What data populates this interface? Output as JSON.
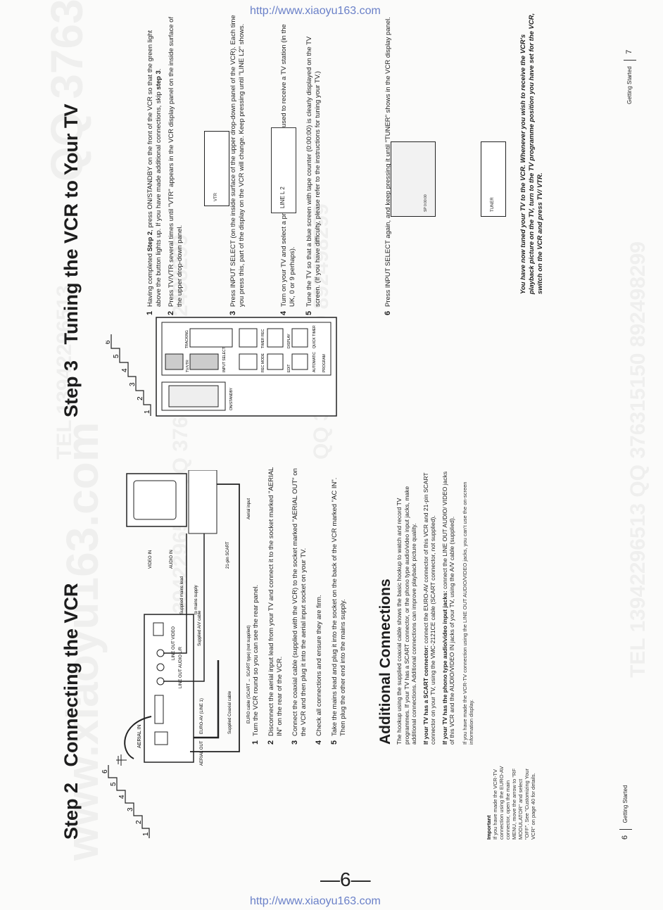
{
  "watermark": {
    "url_top": "http://www.xiaoyu163.com",
    "url_bottom": "http://www.xiaoyu163.com",
    "qq": "QQ 376315150 892498299",
    "tel": "TEL 13942296513",
    "site": "www.xiaoyu163.com",
    "tel_qq_long": "TEL 13942296513 QQ 376315150 892498299"
  },
  "page_number": "—6—",
  "left": {
    "step_label": "Step 2",
    "title": "Connecting the VCR",
    "stair": [
      "1",
      "2",
      "3",
      "4",
      "5",
      "6"
    ],
    "diagram": {
      "aerial_in": "AERIAL IN",
      "aerial_out": "AERIAL OUT",
      "euro_av": "EURO-AV (LINE 1)",
      "supplied_coaxial": "Supplied Coaxial cable",
      "line_out_audio_lr": "LINE OUT AUDIO L/R",
      "line_out_video": "LINE OUT VIDEO",
      "supplied_av_cable": "Supplied A/V cable",
      "supplied_mains_lead": "Supplied mains lead",
      "to_mains_supply": "to mains supply",
      "euro_cable": "EURO cable (SCART ↔ SCART type) (not supplied)",
      "video_in": "VIDEO IN",
      "audio_in": "AUDIO IN",
      "scart_21": "21-pin SCART",
      "aerial_input": "Aerial input"
    },
    "steps": [
      {
        "n": "1",
        "text": "Turn the VCR round so you can see the rear panel."
      },
      {
        "n": "2",
        "text": "Disconnect the aerial input lead from your TV and connect it to the socket marked \"AERIAL IN\" on the rear of the VCR."
      },
      {
        "n": "3",
        "text": "Connect the coaxial cable (supplied with the VCR) to the socket marked \"AERIAL OUT\" on the VCR and then plug it into the aerial input socket on your TV."
      },
      {
        "n": "4",
        "text": "Check all connections and ensure they are firm."
      },
      {
        "n": "5",
        "text": "Take the mains lead and plug it into the socket on the back of the VCR marked \"AC IN\". Then plug the other end into the mains supply."
      }
    ],
    "additional": {
      "heading": "Additional Connections",
      "intro": "The hookup using the supplied coaxial cable shows the basic hookup to watch and record TV programmes. If your TV has a SCART connector, or the phono type audio/video input jacks, make additional connections. Additional connections can improve playback picture quality.",
      "scart_bold": "If your TV has a SCART connector:",
      "scart_text": " connect the EURO-AV connector of this VCR and 21-pin SCART connector on your TV, using the VMC-2121CE cable (SCART connector, not supplied).",
      "phono_bold": "If your TV has the phono type audio/video input jacks:",
      "phono_text": " connect the LINE OUT AUDIO/ VIDEO jacks of this VCR and the AUDIO/VIDEO IN jacks of your TV, using the A/V cable (supplied).",
      "note": "If you have made the VCR-TV connection using the LINE OUT AUDIO/VIDEO jacks, you can't use the on-screen information display."
    },
    "important": {
      "title": "Important",
      "text": "If you have made the VCR-TV connection using the EURO-AV connector, open the main MENU, move the arrow to \"RF MODULATOR\" and select \"OFF\". See \"Customizing Your VCR\" on page 40 for details."
    },
    "footer_num": "6",
    "footer_text": "Getting Started"
  },
  "right": {
    "step_label": "Step 3",
    "title": "Tuning the VCR to Your TV",
    "stair": [
      "1",
      "2",
      "3",
      "4",
      "5",
      "6"
    ],
    "panel": {
      "on_standby": "ON/STANDBY",
      "tv_vtr": "TV/VTR",
      "input_select": "INPUT SELECT",
      "tracking": "TRACKING",
      "rec_mode": "REC MODE",
      "edit": "EDIT",
      "timer_rec": "TIMER REC",
      "display": "DISPLAY",
      "quick_timer": "QUICK TIMER",
      "automatic": "AUTOMATIC",
      "program": "PROGRAM"
    },
    "steps": [
      {
        "n": "1",
        "text_a": "Having completed ",
        "bold_a": "Step 2",
        "text_b": ", press ON/STANDBY on the front of the VCR so that the green light above the button lights up. If you have made additional connections, skip ",
        "bold_b": "step 3",
        "text_c": "."
      },
      {
        "n": "2",
        "text": "Press TV/VTR several times until \"VTR\" appears in the VCR display panel on the inside surface of the upper drop-down panel."
      },
      {
        "n": "3",
        "text": "Press INPUT SELECT (on the inside surface of the upper drop-down panel of the VCR). Each time you press this, part of the display on the VCR will change. Keep pressing until \"LINE L2\" shows."
      },
      {
        "n": "4",
        "text": "Turn on your TV and select a programme position that is not used to receive a TV station (in the UK, 0 or 9 perhaps)."
      },
      {
        "n": "5",
        "text": "Tune the TV so that a blue screen with tape counter (0:00:00) is clearly displayed on the TV screen. (If you have difficulty, please refer to the instructions for tuning your TV.)"
      },
      {
        "n": "6",
        "text": "Press INPUT SELECT again, and keep pressing it until \"TUNER\" shows in the VCR display panel."
      }
    ],
    "display_vtr": "VTR",
    "display_line": "LINE L 2",
    "display_counter": "SP 0:00:00",
    "display_tuner": "TUNER",
    "closing": "You have now tuned your TV to the VCR. Whenever you wish to receive the VCR's playback picture on the TV, turn to the TV programme position you have set for the VCR, switch on the VCR and press TV/ VTR.",
    "footer_text": "Getting Started",
    "footer_num": "7"
  },
  "colors": {
    "url": "#6a80c8",
    "ink": "#1d1d1d",
    "paper": "#fbfbfa"
  }
}
